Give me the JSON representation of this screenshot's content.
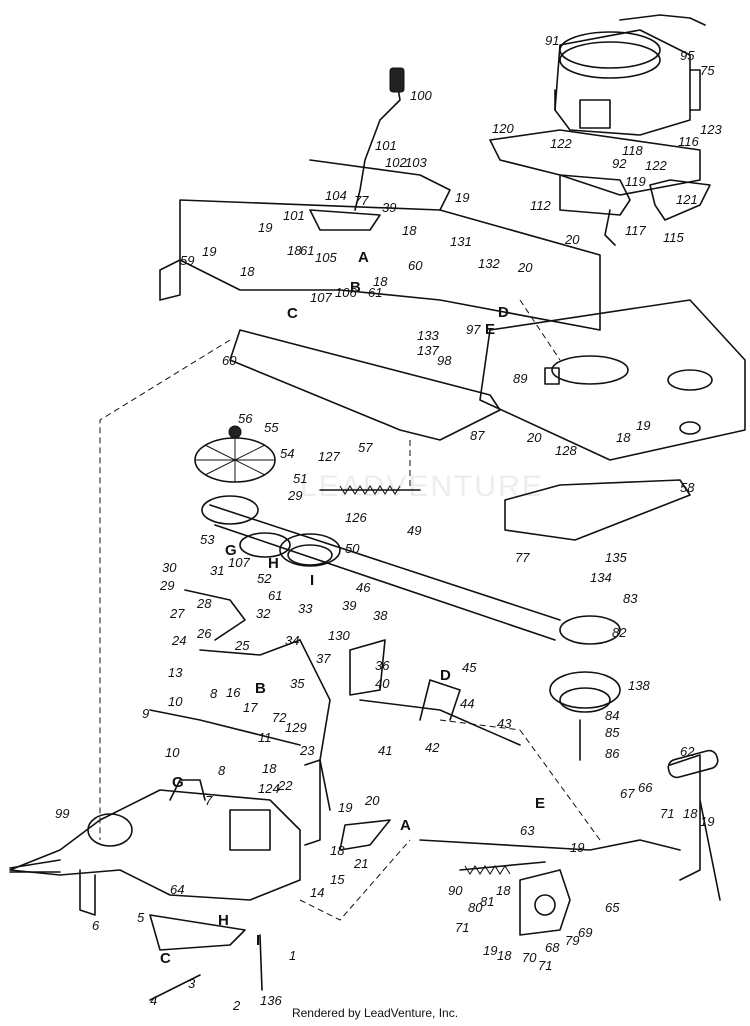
{
  "footer": {
    "text": "Rendered by LeadVenture, Inc."
  },
  "watermark": {
    "text": "LEADVENTURE"
  },
  "colors": {
    "ink": "#111111",
    "paper": "#ffffff"
  },
  "callouts": [
    "100",
    "101",
    "91",
    "95",
    "75",
    "120",
    "122",
    "118",
    "92",
    "116",
    "123",
    "119",
    "122",
    "112",
    "20",
    "117",
    "115",
    "121",
    "102",
    "103",
    "77",
    "39",
    "19",
    "18",
    "104",
    "101",
    "19",
    "18",
    "61",
    "105",
    "107",
    "106",
    "60",
    "18",
    "61",
    "131",
    "132",
    "20",
    "133",
    "97",
    "137",
    "98",
    "89",
    "59",
    "18",
    "19",
    "60",
    "56",
    "55",
    "54",
    "127",
    "57",
    "51",
    "29",
    "126",
    "53",
    "52",
    "50",
    "49",
    "87",
    "20",
    "128",
    "18",
    "19",
    "58",
    "77",
    "135",
    "134",
    "83",
    "82",
    "138",
    "84",
    "85",
    "86",
    "30",
    "29",
    "31",
    "107",
    "61",
    "32",
    "33",
    "39",
    "130",
    "38",
    "46",
    "28",
    "27",
    "26",
    "25",
    "24",
    "34",
    "37",
    "36",
    "35",
    "13",
    "8",
    "10",
    "16",
    "17",
    "72",
    "129",
    "40",
    "45",
    "44",
    "41",
    "42",
    "43",
    "9",
    "11",
    "10",
    "8",
    "7",
    "18",
    "23",
    "22",
    "20",
    "19",
    "18",
    "15",
    "21",
    "124",
    "62",
    "67",
    "66",
    "71",
    "18",
    "19",
    "99",
    "64",
    "14",
    "6",
    "5",
    "3",
    "2",
    "4",
    "1",
    "136",
    "63",
    "19",
    "90",
    "18",
    "80",
    "81",
    "71",
    "19",
    "18",
    "70",
    "68",
    "69",
    "79",
    "65",
    "71"
  ],
  "letters": [
    "A",
    "B",
    "C",
    "D",
    "E",
    "G",
    "H",
    "I",
    "A",
    "B",
    "C",
    "D",
    "E",
    "G",
    "H",
    "I"
  ]
}
